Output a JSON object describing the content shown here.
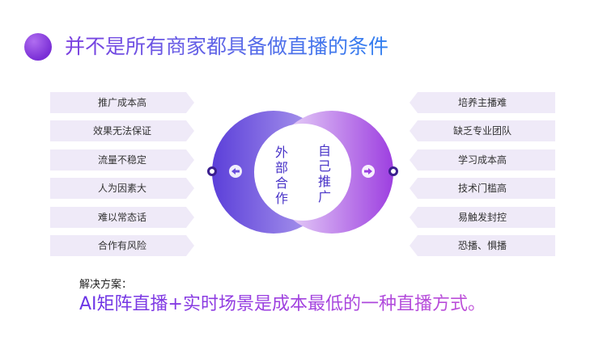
{
  "title": "并不是所有商家都具备做直播的条件",
  "left_items": [
    "推广成本高",
    "效果无法保证",
    "流量不稳定",
    "人为因素大",
    "难以常态话",
    "合作有风险"
  ],
  "right_items": [
    "培养主播难",
    "缺乏专业团队",
    "学习成本高",
    "技术门槛高",
    "易触发封控",
    "恐播、惧播"
  ],
  "venn": {
    "left_text": "外部合作",
    "right_text": "自己推广"
  },
  "solution": {
    "label": "解决方案：",
    "text": "AI矩阵直播+实时场景是成本最低的一种直播方式。"
  },
  "colors": {
    "accent_purple": "#7b3fe0",
    "accent_blue": "#2f7ef0",
    "tag_bg": "#efeaf8"
  }
}
